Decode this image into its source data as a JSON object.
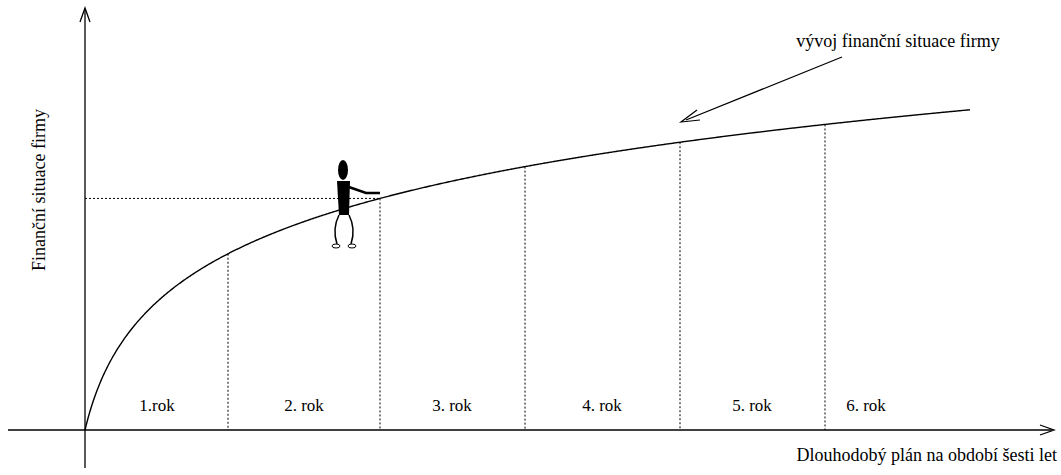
{
  "diagram": {
    "labels": [
      "Finanční situace firmy",
      "vývoj finanční situace firmy",
      "1.rok",
      "2. rok",
      "3. rok",
      "4. rok",
      "5. rok",
      "6. rok",
      "Dlouhodobý plán na období šesti let"
    ]
  }
}
